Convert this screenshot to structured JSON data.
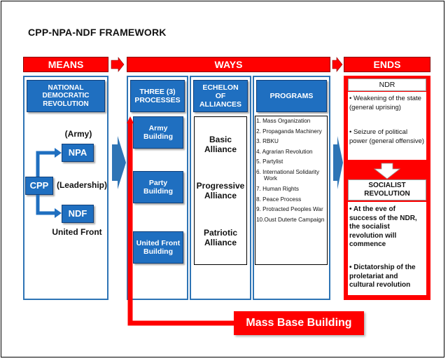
{
  "title": "CPP-NPA-NDF FRAMEWORK",
  "headers": {
    "means": "MEANS",
    "ways": "WAYS",
    "ends": "ENDS"
  },
  "means": {
    "ndr_box": "NATIONAL DEMOCRATIC REVOLUTION",
    "army_label": "(Army)",
    "npa": "NPA",
    "cpp": "CPP",
    "leadership_label": "(Leadership)",
    "ndf": "NDF",
    "united_front_label": "United Front"
  },
  "processes": {
    "header": "THREE (3) PROCESSES",
    "items": [
      "Army Building",
      "Party Building",
      "United Front Building"
    ]
  },
  "alliances": {
    "header": "ECHELON OF ALLIANCES",
    "items": [
      "Basic Alliance",
      "Progressive Alliance",
      "Patriotic Alliance"
    ]
  },
  "programs": {
    "header": "PROGRAMS",
    "items": [
      "1. Mass Organization",
      "2. Propaganda Machinery",
      "3. RBKU",
      "4. Agrarian Revolution",
      "5. Partylist",
      "6. International Solidarity Work",
      "7. Human Rights",
      "8. Peace Process",
      "9. Protracted Peoples War",
      "10.Oust Duterte Campaign"
    ]
  },
  "ends": {
    "ndr_title": "NDR",
    "ndr_items": [
      "• Weakening of the state (general uprising)",
      "• Seizure of political power (general offensive)"
    ],
    "socialist_title": "SOCIALIST REVOLUTION",
    "socialist_items": [
      "• At the eve of success of the NDR, the socialist revolution will commence",
      "• Dictatorship of the proletariat and cultural revolution"
    ]
  },
  "mass_base": "Mass Base Building",
  "colors": {
    "red": "#ff0000",
    "blue": "#1f6fc0",
    "border_blue": "#2e74b5"
  }
}
